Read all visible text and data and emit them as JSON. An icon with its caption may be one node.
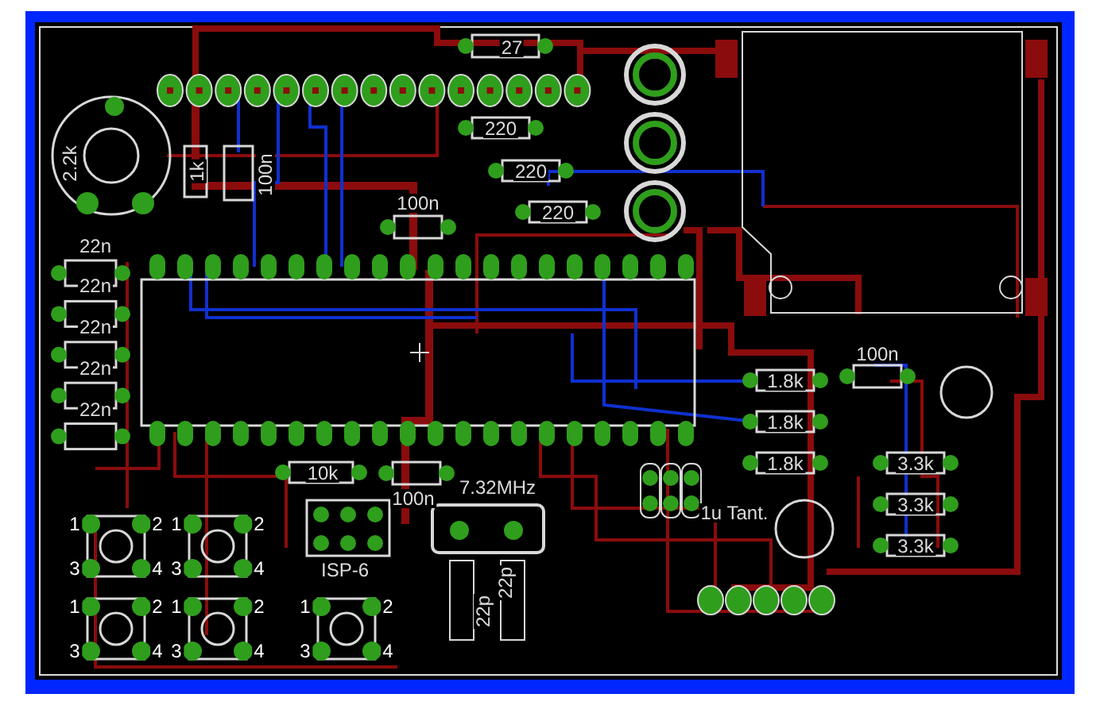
{
  "diagram": {
    "labels": [
      "27",
      "2.2k",
      "1k",
      "100n",
      "220",
      "220",
      "220",
      "100n",
      "22n",
      "22n",
      "22n",
      "22n",
      "22n",
      "1.8k",
      "1.8k",
      "1.8k",
      "100n",
      "3.3k",
      "3.3k",
      "3.3k",
      "1u Tant.",
      "10k",
      "100n",
      "7.32MHz",
      "ISP-6",
      "22p",
      "22p",
      "1",
      "2",
      "1",
      "2",
      "3",
      "4",
      "3",
      "4",
      "1",
      "2",
      "1",
      "2",
      "1",
      "2",
      "3",
      "4",
      "3",
      "4",
      "3",
      "4"
    ]
  }
}
